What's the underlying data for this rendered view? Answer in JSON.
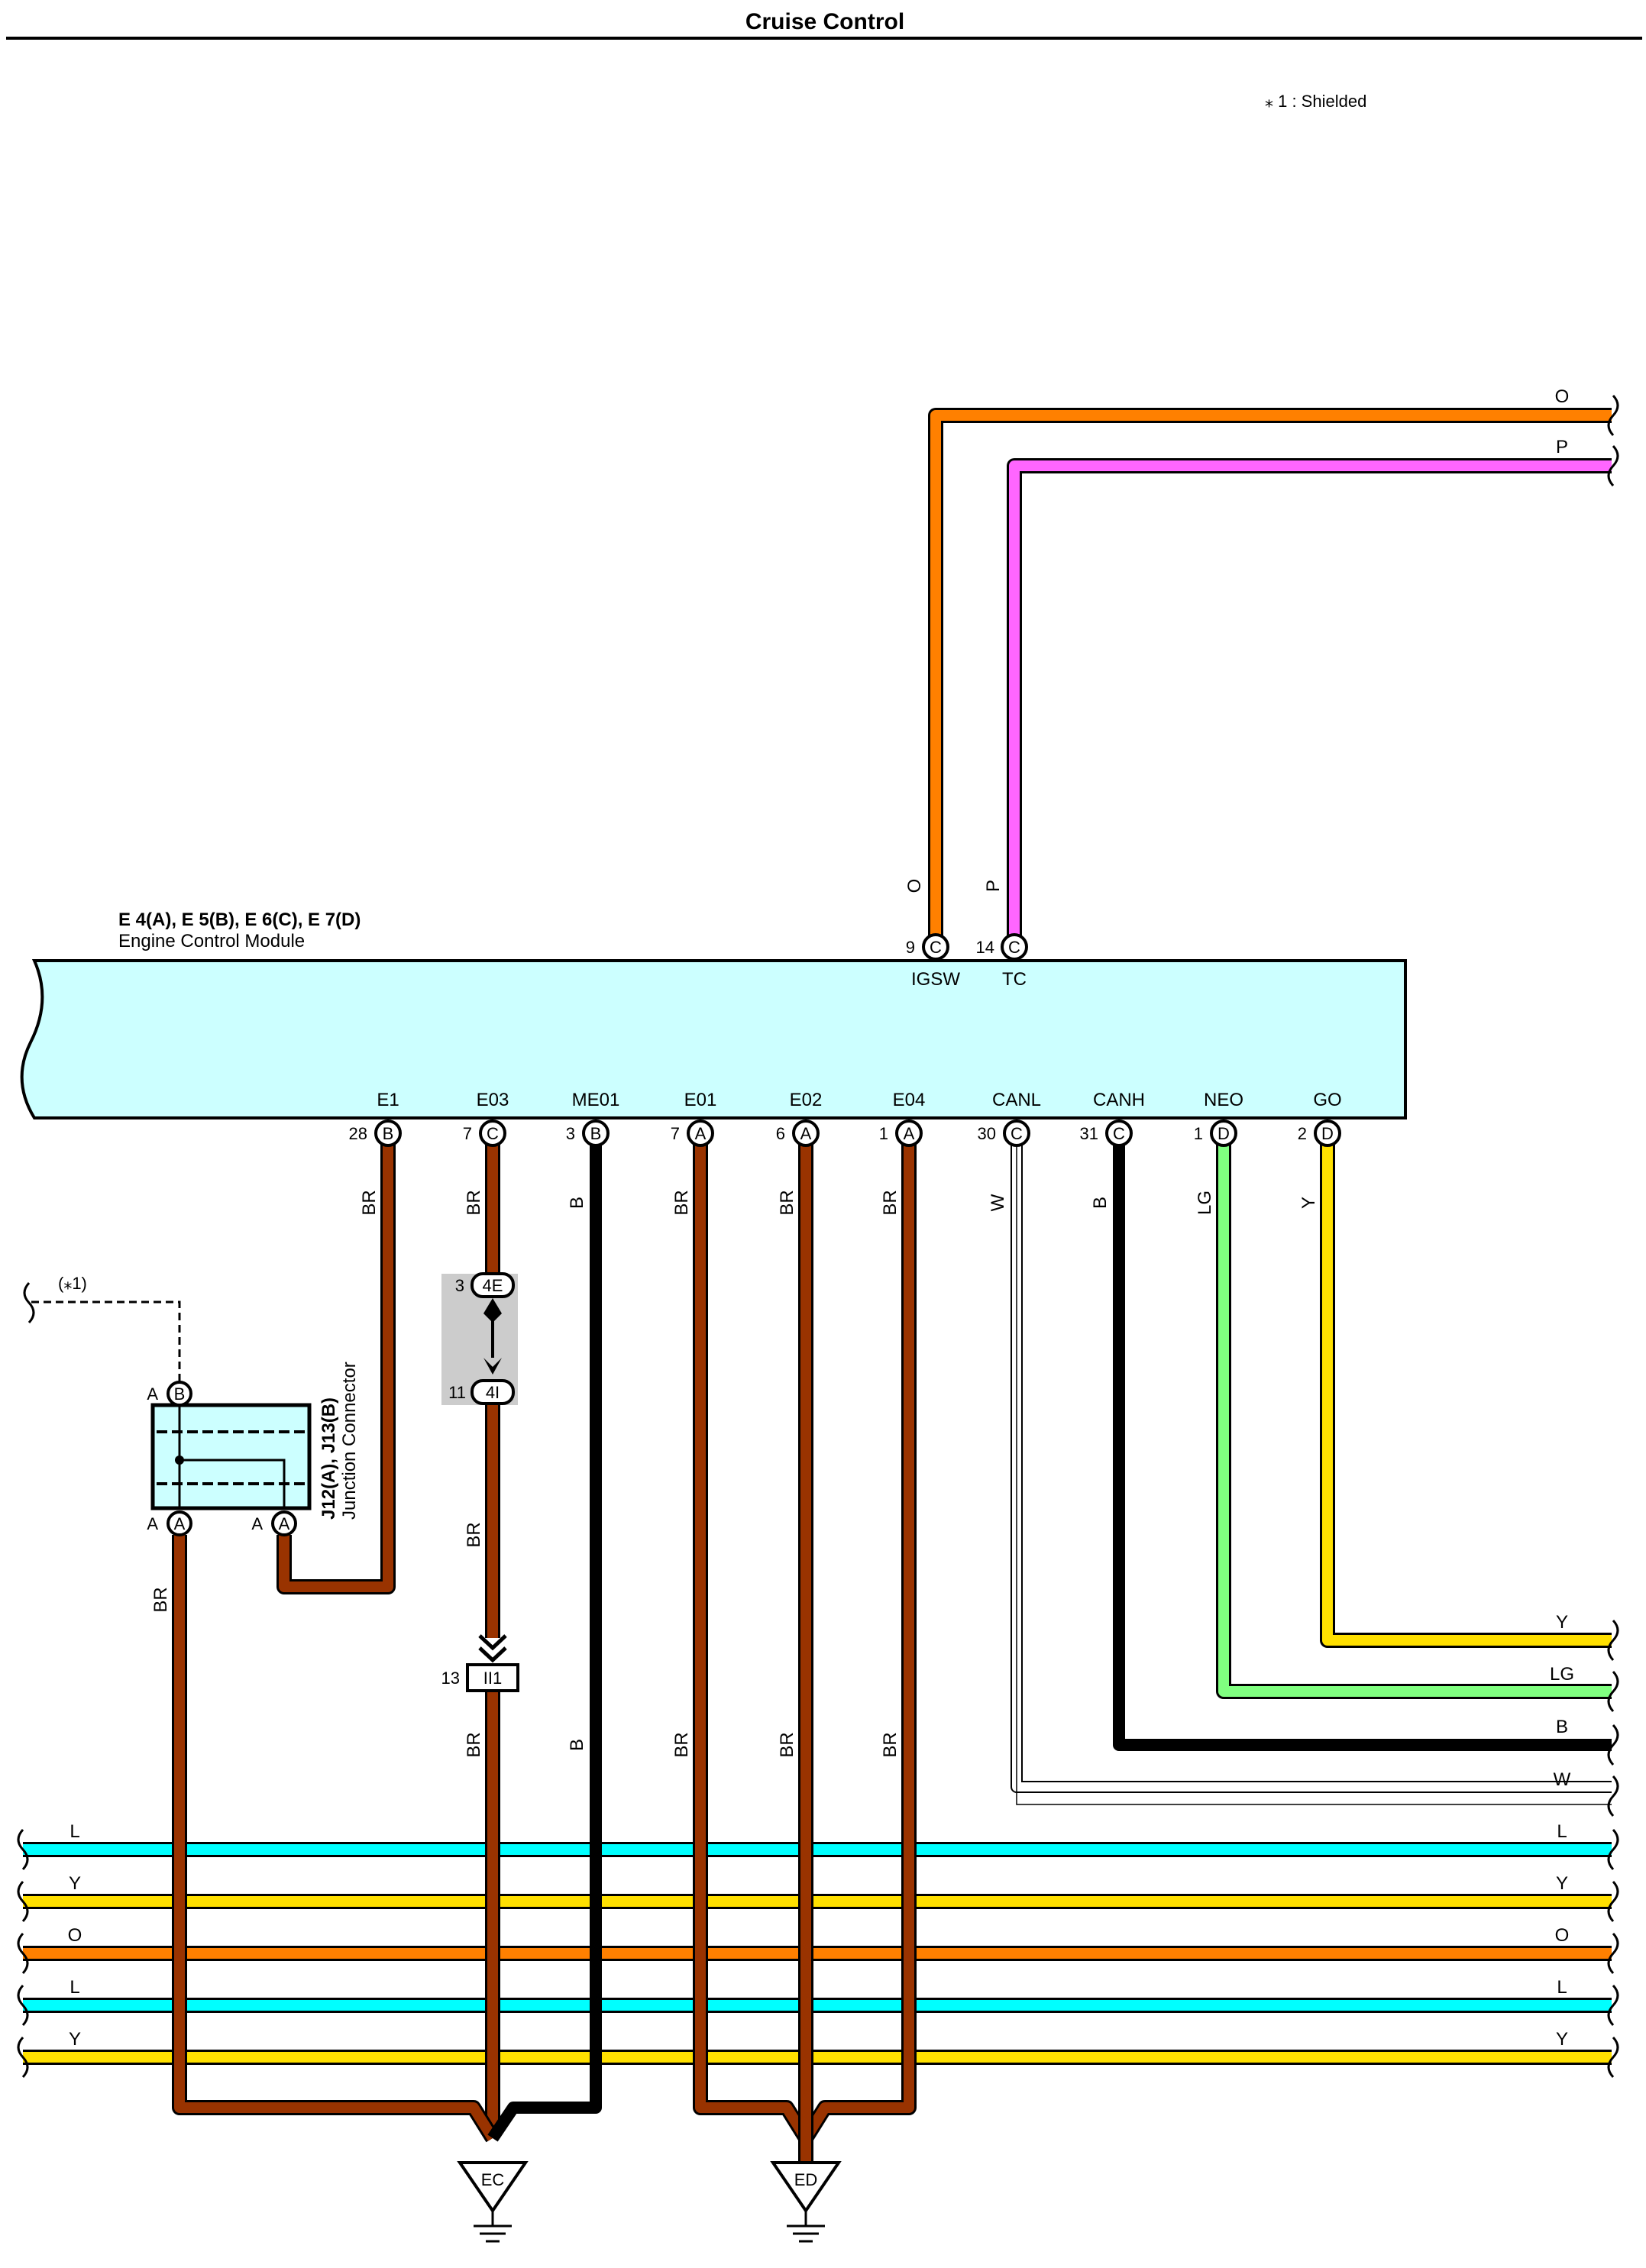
{
  "title": "Cruise Control",
  "note": "⁎ 1 : Shielded",
  "ecm": {
    "connectors": "E 4(A), E 5(B), E 6(C), E 7(D)",
    "name": "Engine Control Module",
    "top_pins": [
      {
        "num": "9",
        "conn": "C",
        "signal": "IGSW",
        "wire": "O"
      },
      {
        "num": "14",
        "conn": "C",
        "signal": "TC",
        "wire": "P"
      }
    ],
    "bottom_pins": [
      {
        "num": "28",
        "conn": "B",
        "signal": "E1",
        "wire": "BR"
      },
      {
        "num": "7",
        "conn": "C",
        "signal": "E03",
        "wire": "BR"
      },
      {
        "num": "3",
        "conn": "B",
        "signal": "ME01",
        "wire": "B"
      },
      {
        "num": "7",
        "conn": "A",
        "signal": "E01",
        "wire": "BR"
      },
      {
        "num": "6",
        "conn": "A",
        "signal": "E02",
        "wire": "BR"
      },
      {
        "num": "1",
        "conn": "A",
        "signal": "E04",
        "wire": "BR"
      },
      {
        "num": "30",
        "conn": "C",
        "signal": "CANL",
        "wire": "W"
      },
      {
        "num": "31",
        "conn": "C",
        "signal": "CANH",
        "wire": "B"
      },
      {
        "num": "1",
        "conn": "D",
        "signal": "NEO",
        "wire": "LG"
      },
      {
        "num": "2",
        "conn": "D",
        "signal": "GO",
        "wire": "Y"
      }
    ]
  },
  "junction": {
    "connectors": "J12(A), J13(B)",
    "name": "Junction Connector",
    "pin_b_side": "A",
    "pin_b": "B",
    "pin_a1_side": "A",
    "pin_a1": "A",
    "pin_a2_side": "A",
    "pin_a2": "A",
    "shield_ref": "(⁎1)",
    "wire_down": "BR"
  },
  "inline_connectors": {
    "upper_num_top": "3",
    "upper_id_top": "4E",
    "upper_num_bottom": "11",
    "upper_id_bottom": "4I",
    "lower_num": "13",
    "lower_id": "II1"
  },
  "e03_wire_labels": [
    "BR",
    "BR"
  ],
  "lower_wire_labels": {
    "me01": "B",
    "e01": "BR",
    "e02": "BR",
    "e04": "BR"
  },
  "right_wires_top": [
    "O",
    "P"
  ],
  "right_wires_mid": [
    "Y",
    "LG",
    "B",
    "W"
  ],
  "bus": [
    {
      "left": "L",
      "right": "L",
      "color": "#00ffff"
    },
    {
      "left": "Y",
      "right": "Y",
      "color": "#ffe000"
    },
    {
      "left": "O",
      "right": "O",
      "color": "#ff8000"
    },
    {
      "left": "L",
      "right": "L",
      "color": "#00ffff"
    },
    {
      "left": "Y",
      "right": "Y",
      "color": "#ffe000"
    }
  ],
  "grounds": [
    "EC",
    "ED"
  ],
  "colors": {
    "BR": "#993300",
    "B": "#000000",
    "O": "#ff8000",
    "P": "#ff66ff",
    "LG": "#80ff80",
    "Y": "#ffe000",
    "L": "#00ffff",
    "W": "#ffffff",
    "ecm_fill": "#ccffff",
    "shade": "#cccccc"
  }
}
